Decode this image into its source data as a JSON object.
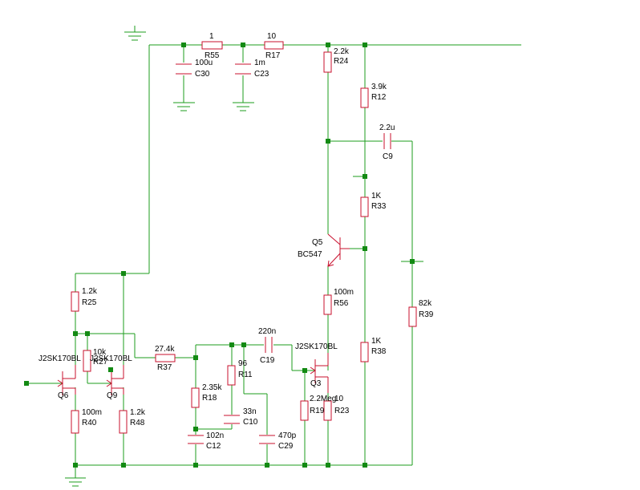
{
  "colors": {
    "wire": "#1e9e1e",
    "part": "#c8102e",
    "node": "#138a13",
    "text": "#000000"
  },
  "resistors": [
    {
      "id": "R55",
      "value": "1"
    },
    {
      "id": "R17",
      "value": "10"
    },
    {
      "id": "R24",
      "value": "2.2k"
    },
    {
      "id": "R12",
      "value": "3.9k"
    },
    {
      "id": "R33",
      "value": "1K"
    },
    {
      "id": "R56",
      "value": "100m"
    },
    {
      "id": "R38",
      "value": "1K"
    },
    {
      "id": "R39",
      "value": "82k"
    },
    {
      "id": "R25",
      "value": "1.2k"
    },
    {
      "id": "R27",
      "value": "10k"
    },
    {
      "id": "R37",
      "value": "27.4k"
    },
    {
      "id": "R18",
      "value": "2.35k"
    },
    {
      "id": "R11",
      "value": "96"
    },
    {
      "id": "R19",
      "value": "2.2Meg"
    },
    {
      "id": "R23",
      "value": "10"
    },
    {
      "id": "R40",
      "value": "100m"
    },
    {
      "id": "R48",
      "value": "1.2k"
    }
  ],
  "capacitors": [
    {
      "id": "C30",
      "value": "100u"
    },
    {
      "id": "C23",
      "value": "1m"
    },
    {
      "id": "C9",
      "value": "2.2u"
    },
    {
      "id": "C19",
      "value": "220n"
    },
    {
      "id": "C10",
      "value": "33n"
    },
    {
      "id": "C12",
      "value": "102n"
    },
    {
      "id": "C29",
      "value": "470p"
    }
  ],
  "transistors": [
    {
      "id": "Q5",
      "model": "BC547"
    },
    {
      "id": "Q6",
      "model": "J2SK170BL"
    },
    {
      "id": "Q9",
      "model": "J2SK170BL"
    },
    {
      "id": "Q3",
      "model": "J2SK170BL"
    }
  ]
}
